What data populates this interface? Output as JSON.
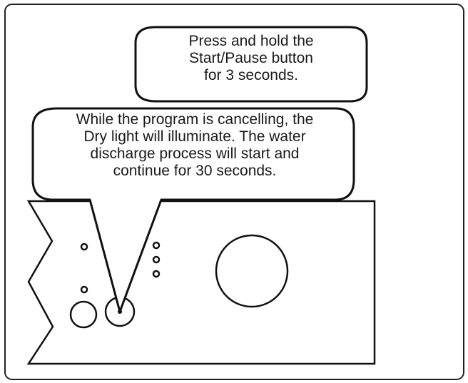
{
  "callout_top": {
    "lines": [
      "Press and hold the",
      "Start/Pause button",
      "for 3 seconds."
    ]
  },
  "callout_bottom": {
    "lines": [
      "While the program is cancelling, the",
      "Dry light will illuminate. The water",
      "discharge process will start and",
      "continue for 30 seconds."
    ]
  }
}
